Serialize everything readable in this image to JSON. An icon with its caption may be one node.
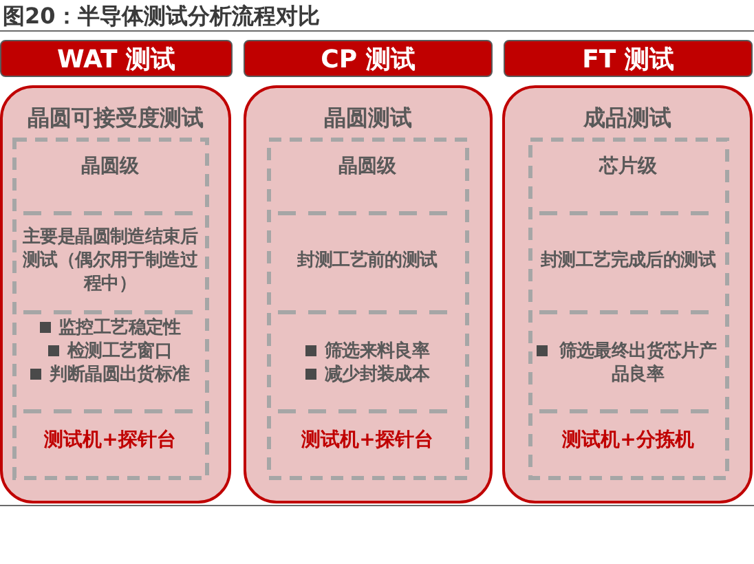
{
  "diagram": {
    "title": "图20：半导体测试分析流程对比",
    "nodes": [
      {
        "text": [
          "WAT 测试"
        ]
      },
      {
        "text": [
          "CP 测试"
        ]
      },
      {
        "text": [
          "FT 测试"
        ]
      },
      {
        "text": [
          "晶圆可接受度测试"
        ]
      },
      {
        "text": [
          "晶圆级",
          "主要是晶圆制造结束后测试（偶尔用于制造过程中）",
          "监控工艺稳定性",
          "检测工艺窗口",
          "判断晶圆出货标准",
          "测试机+探针台"
        ],
        "in": 3
      },
      {
        "text": [
          "晶圆测试"
        ]
      },
      {
        "text": [
          "晶圆级",
          "封测工艺前的测试",
          "筛选来料良率",
          "减少封装成本",
          "测试机+探针台"
        ],
        "in": 5
      },
      {
        "text": [
          "成品测试"
        ]
      },
      {
        "text": [
          "芯片级",
          "封测工艺完成后的测试",
          "筛选最终出货芯片产品良率",
          "测试机+分拣机"
        ],
        "in": 7
      }
    ]
  }
}
